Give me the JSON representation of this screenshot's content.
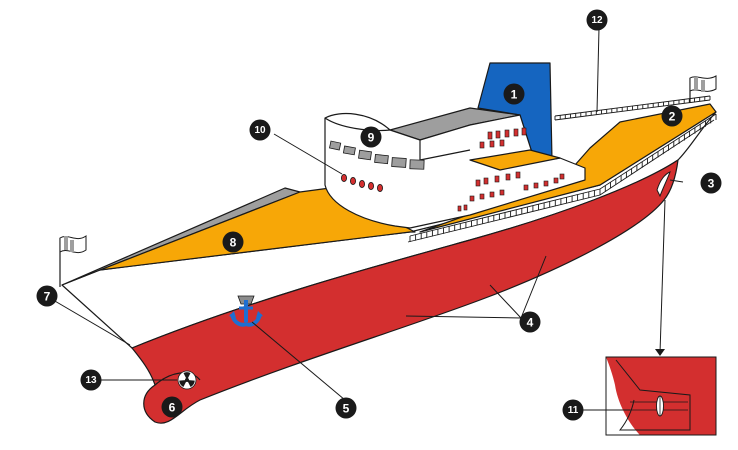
{
  "colors": {
    "hull": "#d32f2f",
    "topside": "#ffffff",
    "deck": "#f7a707",
    "bulwark": "#9e9e9e",
    "funnel": "#1565c0",
    "anchor": "#1f6fd1",
    "anchor_stock": "#8c8c8c",
    "callout": "#1a1a1a"
  },
  "icons": {
    "anchor": "anchor-icon",
    "flag": "flag-icon",
    "propeller": "propeller-icon",
    "bulbous-bow": "radiation-symbol-icon"
  },
  "callouts": [
    {
      "id": "1",
      "label": "1"
    },
    {
      "id": "2",
      "label": "2"
    },
    {
      "id": "3",
      "label": "3"
    },
    {
      "id": "4",
      "label": "4"
    },
    {
      "id": "5",
      "label": "5"
    },
    {
      "id": "6",
      "label": "6"
    },
    {
      "id": "7",
      "label": "7"
    },
    {
      "id": "8",
      "label": "8"
    },
    {
      "id": "9",
      "label": "9"
    },
    {
      "id": "10",
      "label": "10"
    },
    {
      "id": "11",
      "label": "11"
    },
    {
      "id": "12",
      "label": "12"
    },
    {
      "id": "13",
      "label": "13"
    }
  ]
}
